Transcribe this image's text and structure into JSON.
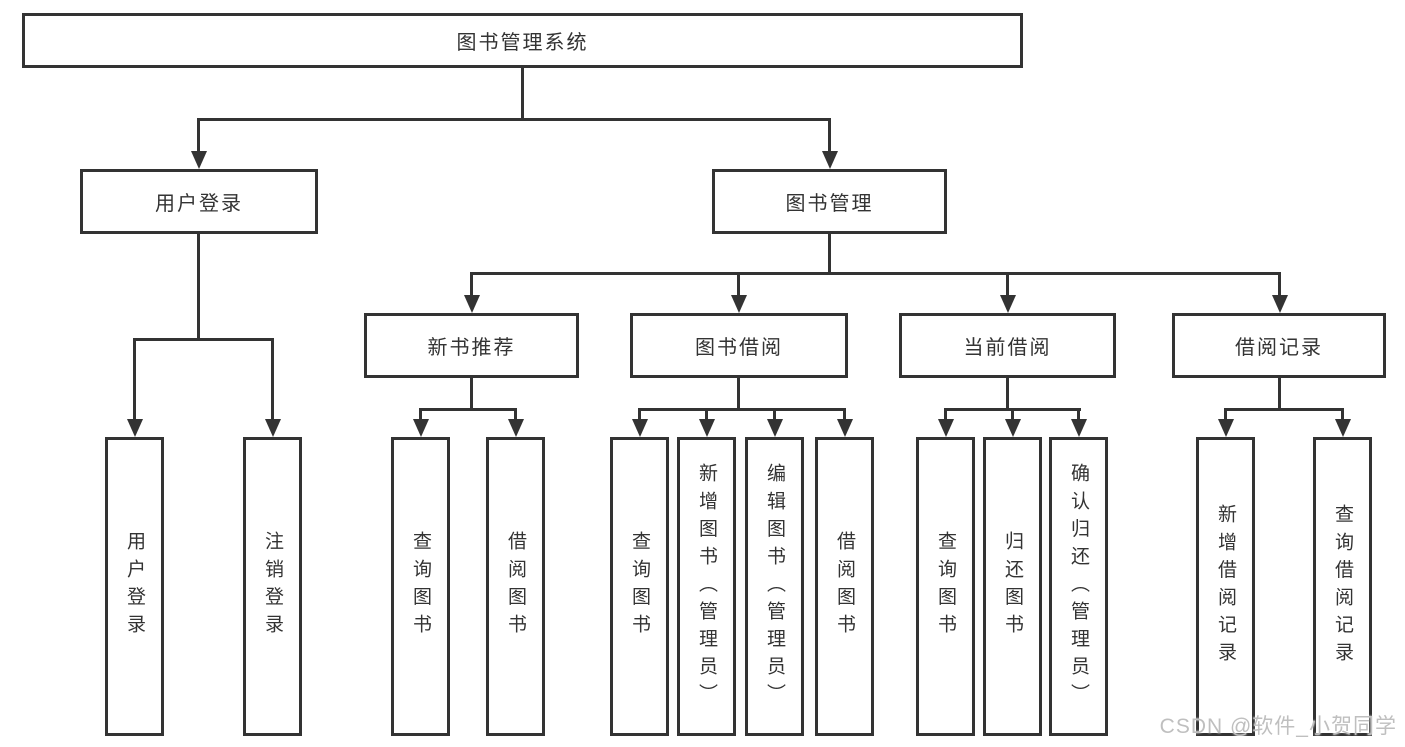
{
  "diagram": {
    "title": "图书管理系统",
    "type": "functional-structure-tree",
    "colors": {
      "line": "#333333",
      "text": "#333333",
      "background": "#ffffff",
      "watermark": "#bfbfbf"
    },
    "watermark": "CSDN @软件_小贺同学",
    "tree": {
      "label": "图书管理系统",
      "children": [
        {
          "label": "用户登录",
          "children": [
            {
              "label": "用户登录"
            },
            {
              "label": "注销登录"
            }
          ]
        },
        {
          "label": "图书管理",
          "children": [
            {
              "label": "新书推荐",
              "children": [
                {
                  "label": "查询图书"
                },
                {
                  "label": "借阅图书"
                }
              ]
            },
            {
              "label": "图书借阅",
              "children": [
                {
                  "label": "查询图书"
                },
                {
                  "label": "新增图书（管理员）"
                },
                {
                  "label": "编辑图书（管理员）"
                },
                {
                  "label": "借阅图书"
                }
              ]
            },
            {
              "label": "当前借阅",
              "children": [
                {
                  "label": "查询图书"
                },
                {
                  "label": "归还图书"
                },
                {
                  "label": "确认归还（管理员）"
                }
              ]
            },
            {
              "label": "借阅记录",
              "children": [
                {
                  "label": "新增借阅记录"
                },
                {
                  "label": "查询借阅记录"
                }
              ]
            }
          ]
        }
      ]
    }
  }
}
